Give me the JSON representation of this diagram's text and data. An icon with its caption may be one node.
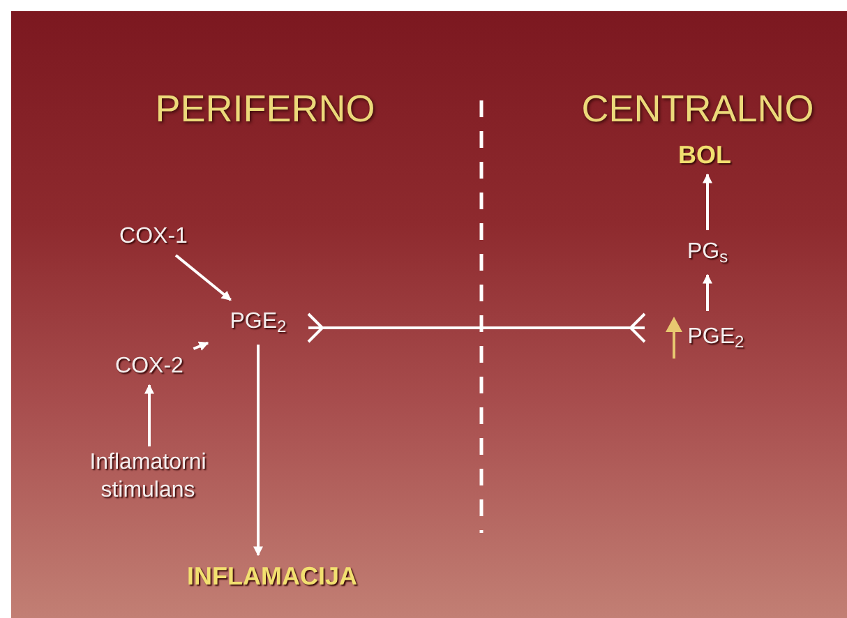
{
  "diagram": {
    "nodes": [
      {
        "text": [
          "COX-1"
        ]
      },
      {
        "text": [
          "COX-2"
        ]
      },
      {
        "text": [
          "Inflamatorni stimulans"
        ]
      },
      {
        "text": [
          "PGE$_{2}$"
        ]
      },
      {
        "text": [
          "INFLAMACIJA"
        ]
      },
      {
        "text": [
          "PGE$_{2}$"
        ]
      },
      {
        "text": [
          "PG$_{s}$"
        ]
      },
      {
        "text": [
          "BOL"
        ]
      }
    ],
    "edges": [
      {
        "from": 0,
        "to": 3,
        "arrow": "to"
      },
      {
        "from": 1,
        "to": 3,
        "arrow": "to"
      },
      {
        "from": 2,
        "to": 1,
        "arrow": "to"
      },
      {
        "from": 3,
        "to": 4,
        "arrow": "to"
      },
      {
        "from": 3,
        "to": 5,
        "arrow": "other"
      },
      {
        "from": 5,
        "to": 6,
        "arrow": "to"
      },
      {
        "from": 6,
        "to": 7,
        "arrow": "to"
      }
    ],
    "labels": [
      "PERIFERNO",
      "CENTRALNO"
    ]
  }
}
